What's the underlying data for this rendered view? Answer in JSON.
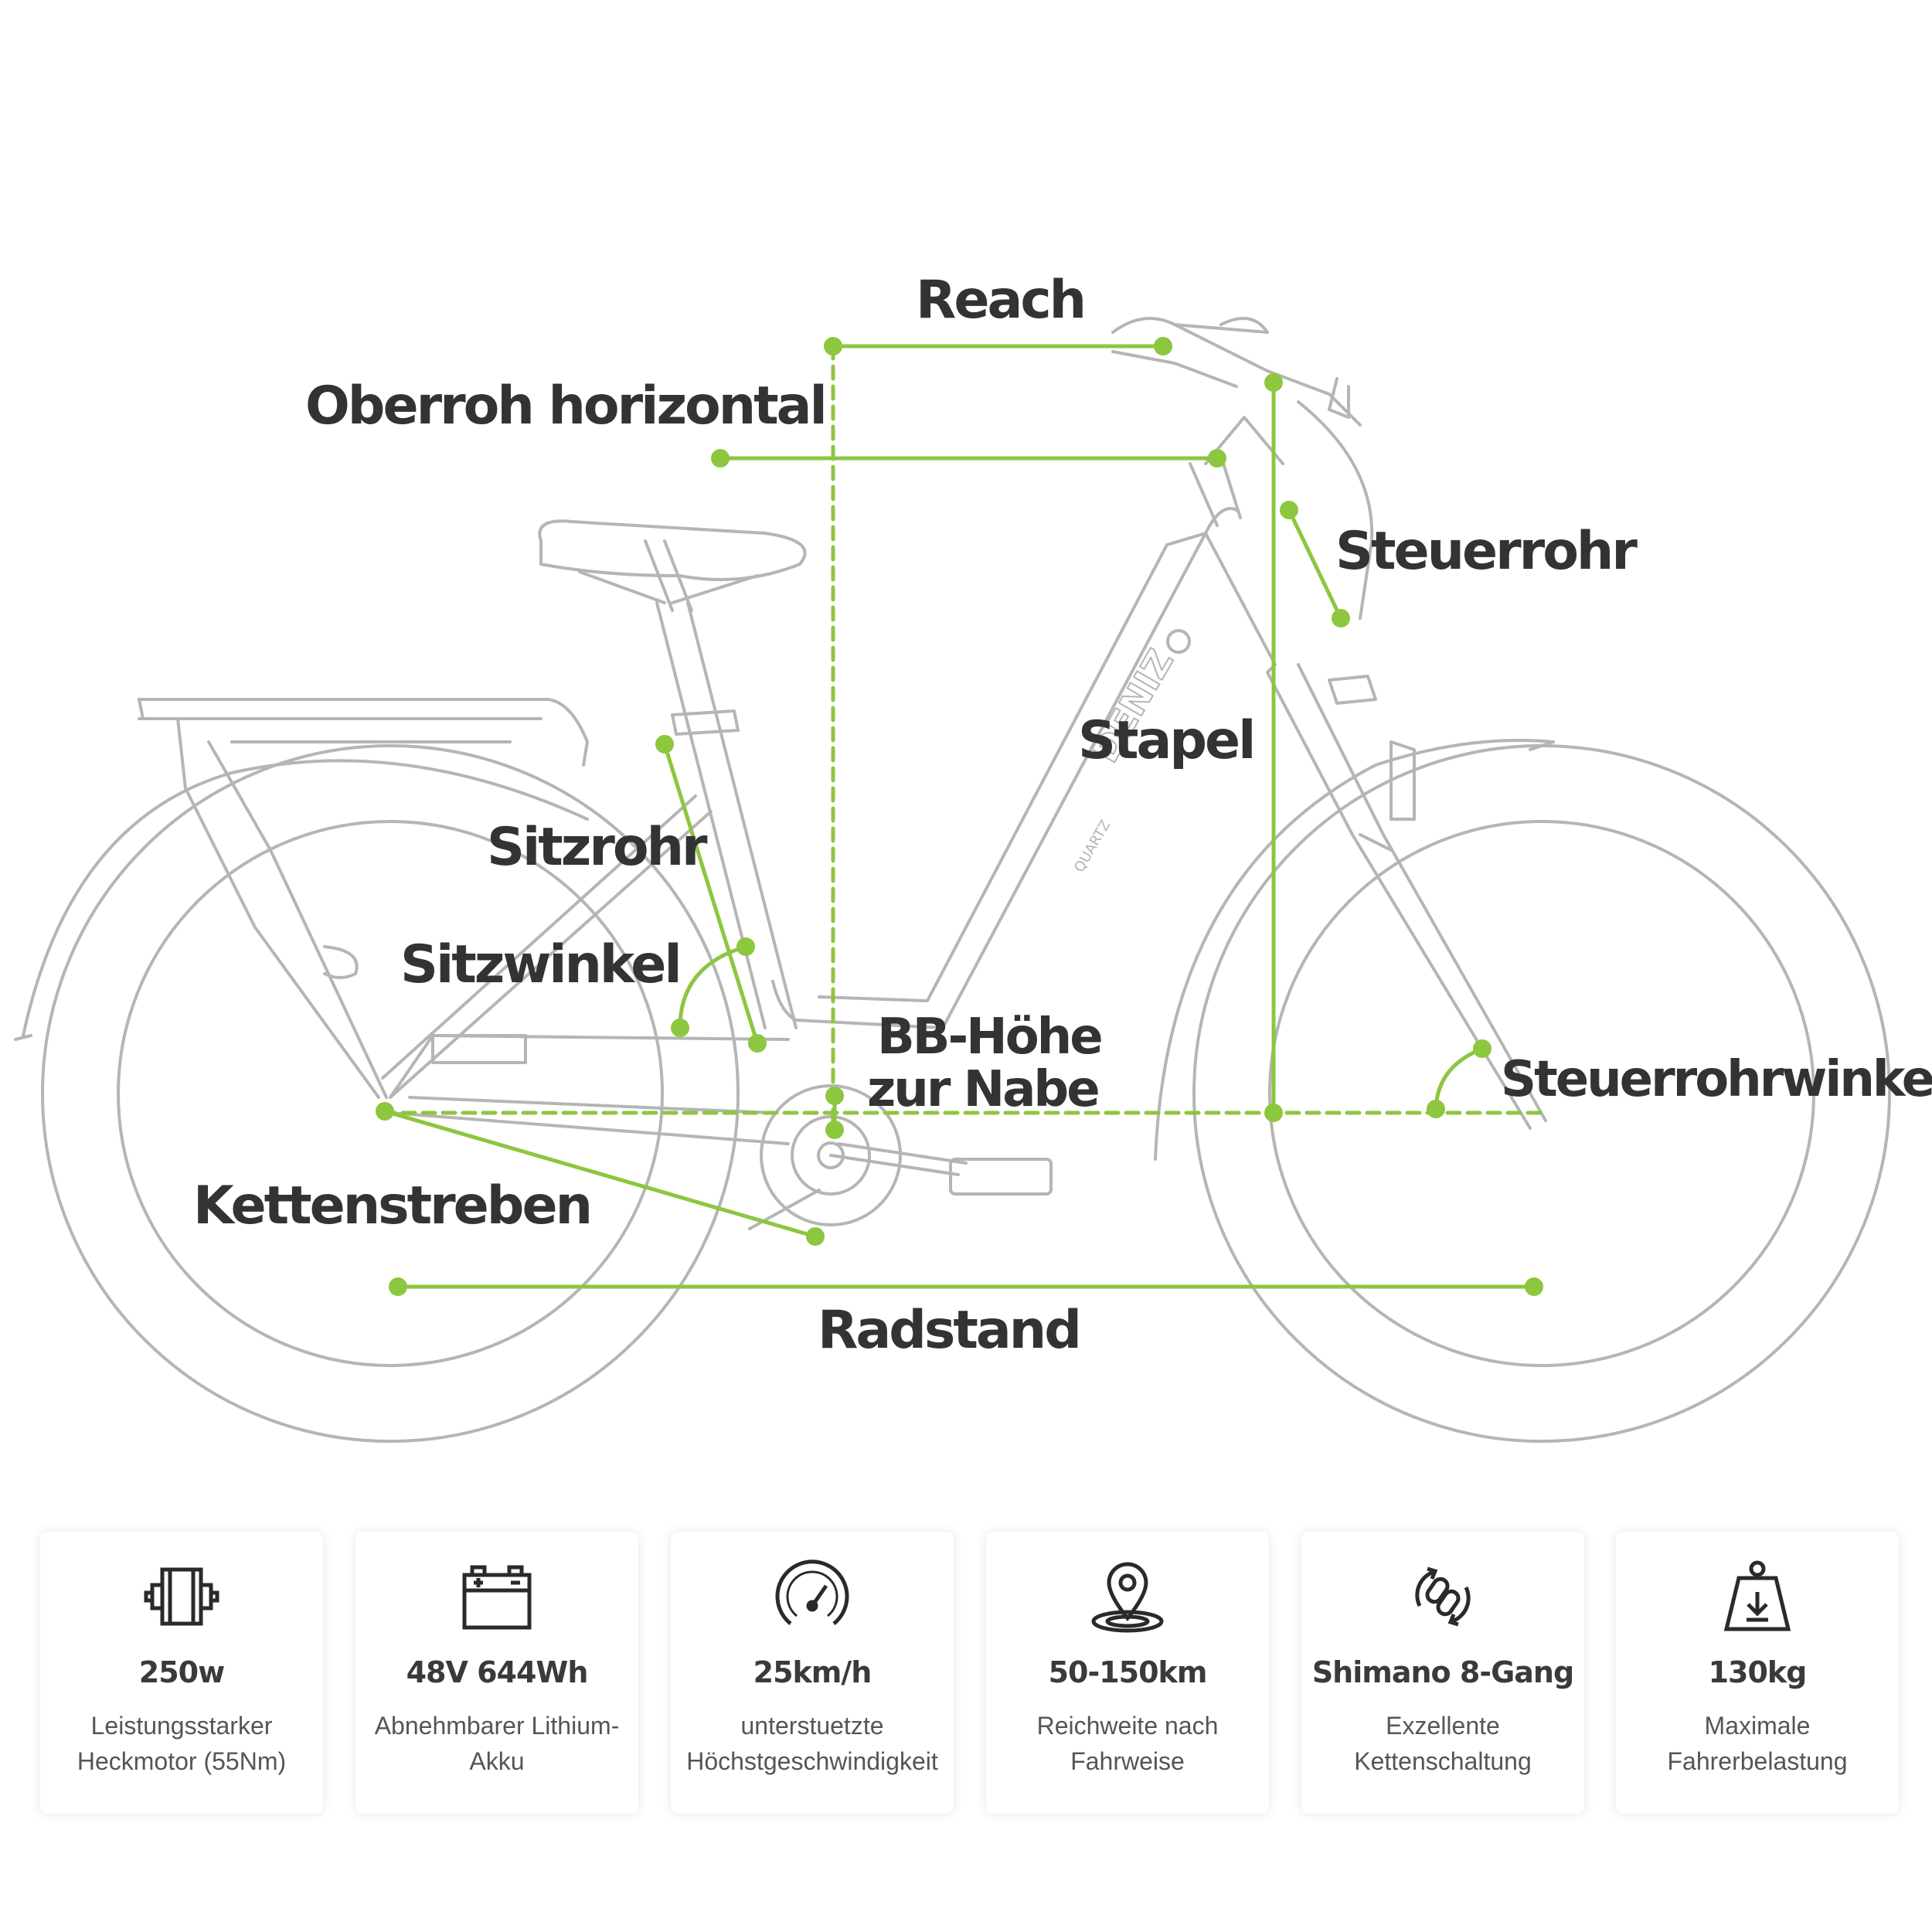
{
  "colors": {
    "accent": "#8dc63f",
    "outline": "#b5b5b5",
    "label": "#333333"
  },
  "labels": {
    "reach": "Reach",
    "top_tube": "Oberroh horizontal",
    "head_tube": "Steuerrohr",
    "stack": "Stapel",
    "seat_tube": "Sitzrohr",
    "seat_angle": "Sitzwinkel",
    "bb_height_1": "BB-Höhe",
    "bb_height_2": "zur Nabe",
    "head_angle": "Steuerrohrwinkel",
    "chainstays": "Kettenstreben",
    "wheelbase": "Radstand"
  },
  "frame_text": {
    "brand": "DENIZ",
    "model": "QUARTZ"
  },
  "features": [
    {
      "icon": "motor-icon",
      "value": "250w",
      "line1": "Leistungsstarker",
      "line2": "Heckmotor (55Nm)"
    },
    {
      "icon": "battery-icon",
      "value": "48V 644Wh",
      "line1": "Abnehmbarer Lithium-",
      "line2": "Akku"
    },
    {
      "icon": "speedometer-icon",
      "value": "25km/h",
      "line1": "unterstuetzte",
      "line2": "Höchstgeschwindigkeit"
    },
    {
      "icon": "map-pin-icon",
      "value": "50-150km",
      "line1": "Reichweite nach",
      "line2": "Fahrweise"
    },
    {
      "icon": "gear-chain-icon",
      "value": "Shimano 8-Gang",
      "line1": "Exzellente",
      "line2": "Kettenschaltung"
    },
    {
      "icon": "weight-icon",
      "value": "130kg",
      "line1": "Maximale",
      "line2": "Fahrerbelastung"
    }
  ]
}
